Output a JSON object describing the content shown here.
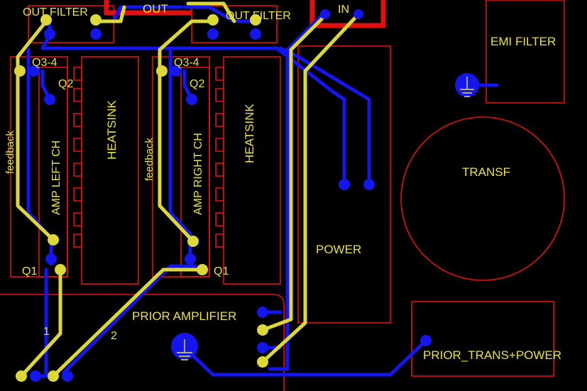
{
  "colors": {
    "background": "#000000",
    "outline": "#e01010",
    "bottom_copper": "#1515ee",
    "top_copper": "#dcd83a",
    "silkscreen": "#e8e23a"
  },
  "labels": {
    "out_filter_left": "OUT FILTER",
    "out": "OUT",
    "out_filter_right": "OUT FILTER",
    "in": "IN",
    "emi_filter": "EMI FILTER",
    "q34_left": "Q3-4",
    "q2_left": "Q2",
    "q34_right": "Q3-4",
    "q2_right": "Q2",
    "heatsink_left": "HEATSINK",
    "heatsink_right": "HEATSINK",
    "amp_left": "AMP LEFT CH",
    "amp_right": "AMP RIGHT CH",
    "feedback_left": "feedback",
    "feedback_right": "feedback",
    "q1_left": "Q1",
    "q1_right": "Q1",
    "transf": "TRANSF",
    "power": "POWER",
    "prior_amplifier": "PRIOR AMPLIFIER",
    "prior_trans_power": "PRIOR_TRANS+POWER",
    "input_1": "1",
    "input_2": "2"
  },
  "icons": {
    "ground_top": "ground-icon",
    "ground_bottom": "ground-icon"
  }
}
